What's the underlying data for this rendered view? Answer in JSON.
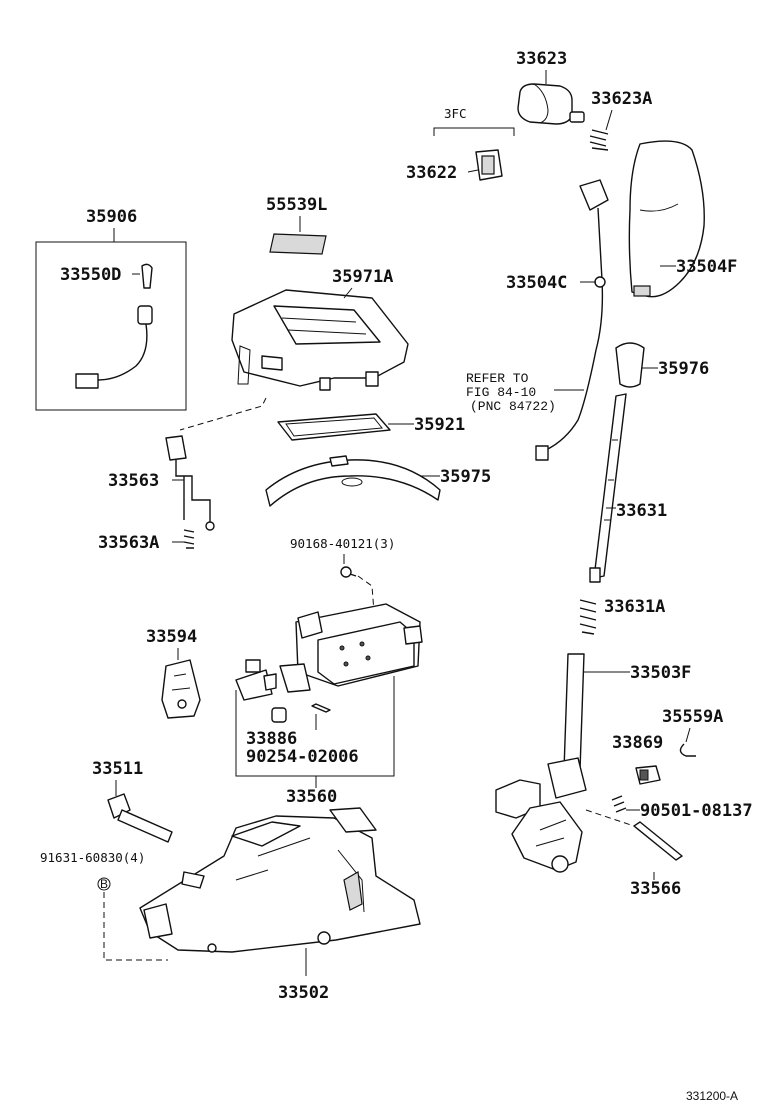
{
  "labels": {
    "p33623": "33623",
    "p33623A": "33623A",
    "group3FC": "3FC",
    "p33622": "33622",
    "p55539L": "55539L",
    "p35906": "35906",
    "p33550D": "33550D",
    "p35971A": "35971A",
    "p33504C": "33504C",
    "p33504F": "33504F",
    "p35976": "35976",
    "p35921": "35921",
    "p35975": "35975",
    "p33563": "33563",
    "p33563A": "33563A",
    "p33631": "33631",
    "p90168": "90168-40121(3)",
    "p33631A": "33631A",
    "p33594": "33594",
    "p33503F": "33503F",
    "p35559A": "35559A",
    "p33869": "33869",
    "p33886": "33886",
    "p90254": "90254-02006",
    "p33511": "33511",
    "p33560": "33560",
    "p90501": "90501-08137",
    "p91631": "91631-60830(4)",
    "p33566": "33566",
    "p33502": "33502"
  },
  "reference": {
    "line1": "REFER TO",
    "line2": "FIG 84-10",
    "line3": "(PNC 84722)"
  },
  "bolt_marker": "B",
  "figure_code": "331200-A"
}
